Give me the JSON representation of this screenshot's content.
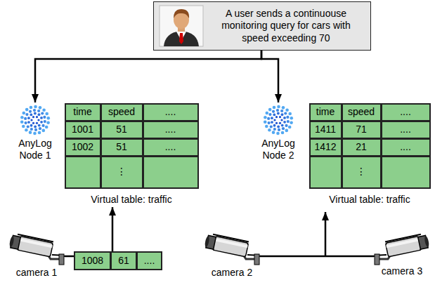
{
  "diagram": {
    "nodes": [
      {
        "text": [
          "A user sends a continuouse monitoring query for cars with speed exceeding 70"
        ]
      },
      {
        "text": [
          "AnyLog Node 1"
        ]
      },
      {
        "text": [
          "Virtual table: traffic"
        ]
      },
      {
        "text": [
          "AnyLog Node 2"
        ]
      },
      {
        "text": [
          "Virtual table: traffic"
        ]
      },
      {
        "text": [
          "1008",
          "61",
          "...."
        ]
      }
    ],
    "edges": [
      {
        "from": 0,
        "to": 1,
        "arrow": "to"
      },
      {
        "from": 0,
        "to": 3,
        "arrow": "to"
      },
      {
        "from": 5,
        "to": 2,
        "arrow": "to"
      }
    ],
    "labels": [
      "time",
      "speed",
      "....",
      "1001",
      "51",
      "....",
      "1002",
      "51",
      "....",
      "⋮",
      "time",
      "speed",
      "....",
      "1411",
      "71",
      "....",
      "1412",
      "21",
      "....",
      "⋮",
      "camera 1",
      "camera 2",
      "camera 3"
    ]
  }
}
